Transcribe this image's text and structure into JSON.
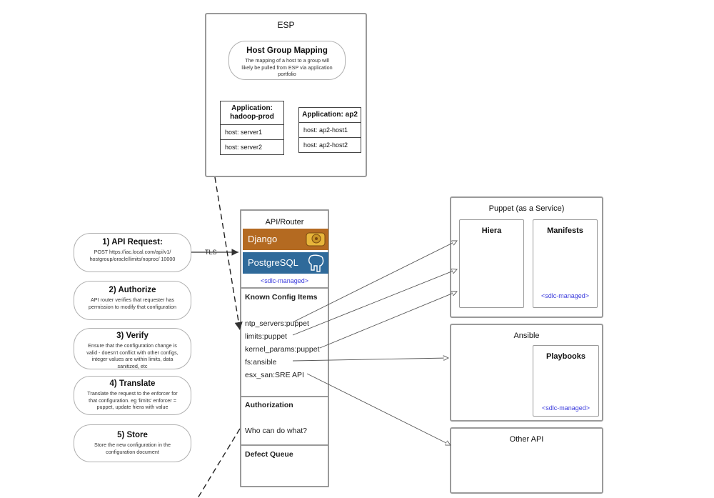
{
  "esp": {
    "title": "ESP",
    "host_group_mapping": {
      "title": "Host Group Mapping",
      "desc": "The mapping of a host to a group will likely be pulled from ESP via application portfolio"
    },
    "app1": {
      "title_line1": "Application:",
      "title_line2": "hadoop-prod",
      "hosts": [
        "host: server1",
        "host: server2"
      ]
    },
    "app2": {
      "title": "Application: ap2",
      "hosts": [
        "host: ap2-host1",
        "host: ap2-host2"
      ]
    }
  },
  "steps": [
    {
      "title": "1) API Request:",
      "desc": "POST https://iac.local.com/api/v1/ hostgroup/oracle/limits/noproc/ 10000"
    },
    {
      "title": "2) Authorize",
      "desc": "API router verifies that requester has permission to modify that configuration"
    },
    {
      "title": "3) Verify",
      "desc": "Ensure that the configuration change is valid - doesn't conflict with other configs, integer values are within limits, data sanitized, etc"
    },
    {
      "title": "4) Translate",
      "desc": "Translate the request to the enforcer for that configuration. eg 'limits' enforcer = puppet, update hiera with value"
    },
    {
      "title": "5) Store",
      "desc": "Store the new configuration in the configuration document"
    }
  ],
  "tls_label": "TLS",
  "router": {
    "title": "API/Router",
    "django_label": "Django",
    "postgres_label": "PostgreSQL",
    "sdlc": "<sdlc-managed>",
    "known_title": "Known Config Items",
    "config_items": [
      "ntp_servers:puppet",
      "limits:puppet",
      "kernel_params:puppet",
      "fs:ansible",
      "esx_san:SRE API"
    ],
    "authorization_title": "Authorization",
    "authorization_text": "Who can do what?",
    "defect_title": "Defect Queue"
  },
  "puppet": {
    "title": "Puppet (as a Service)",
    "hiera": "Hiera",
    "manifests": "Manifests",
    "sdlc": "<sdlc-managed>"
  },
  "ansible": {
    "title": "Ansible",
    "playbooks": "Playbooks",
    "sdlc": "<sdlc-managed>"
  },
  "other_api": {
    "title": "Other API"
  },
  "colors": {
    "django": "#b46a21",
    "postgres": "#2f6a9a",
    "sdlc": "#3b3bdc",
    "border": "#9a9a9a"
  }
}
